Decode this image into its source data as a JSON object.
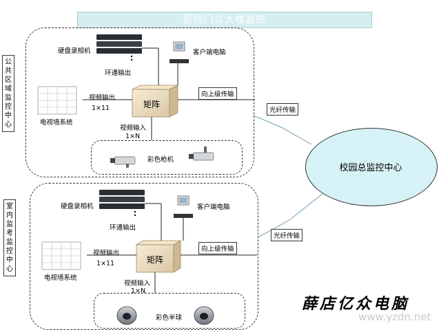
{
  "title": "医院门诊大楼监控",
  "section1": {
    "side_label": "公共区域监控中心",
    "dvr": "硬盘录相机",
    "loop_out": "环通输出",
    "client": "客户端电脑",
    "video_out": "视频输出",
    "ratio_out": "1×11",
    "tv_wall": "电视墙系统",
    "matrix": "矩阵",
    "uplink": "向上级传输",
    "video_in": "视频输入",
    "ratio_in": "1×N",
    "camera": "彩色枪机"
  },
  "section2": {
    "side_label": "室内监考监控中心",
    "dvr": "硬盘录相机",
    "loop_out": "环通输出",
    "client": "客户端电脑",
    "video_out": "视频输出",
    "ratio_out": "1×11",
    "tv_wall": "电视墙系统",
    "matrix": "矩阵",
    "uplink": "向上级传输",
    "video_in": "视频输入",
    "ratio_in": "1×N",
    "camera": "彩色半球"
  },
  "fiber_top": "光纤传输",
  "fiber_bottom": "光纤传输",
  "campus_center": "校园总监控中心",
  "watermark_cn": "薛店亿众电脑",
  "watermark_url": "www.yzdn.net"
}
